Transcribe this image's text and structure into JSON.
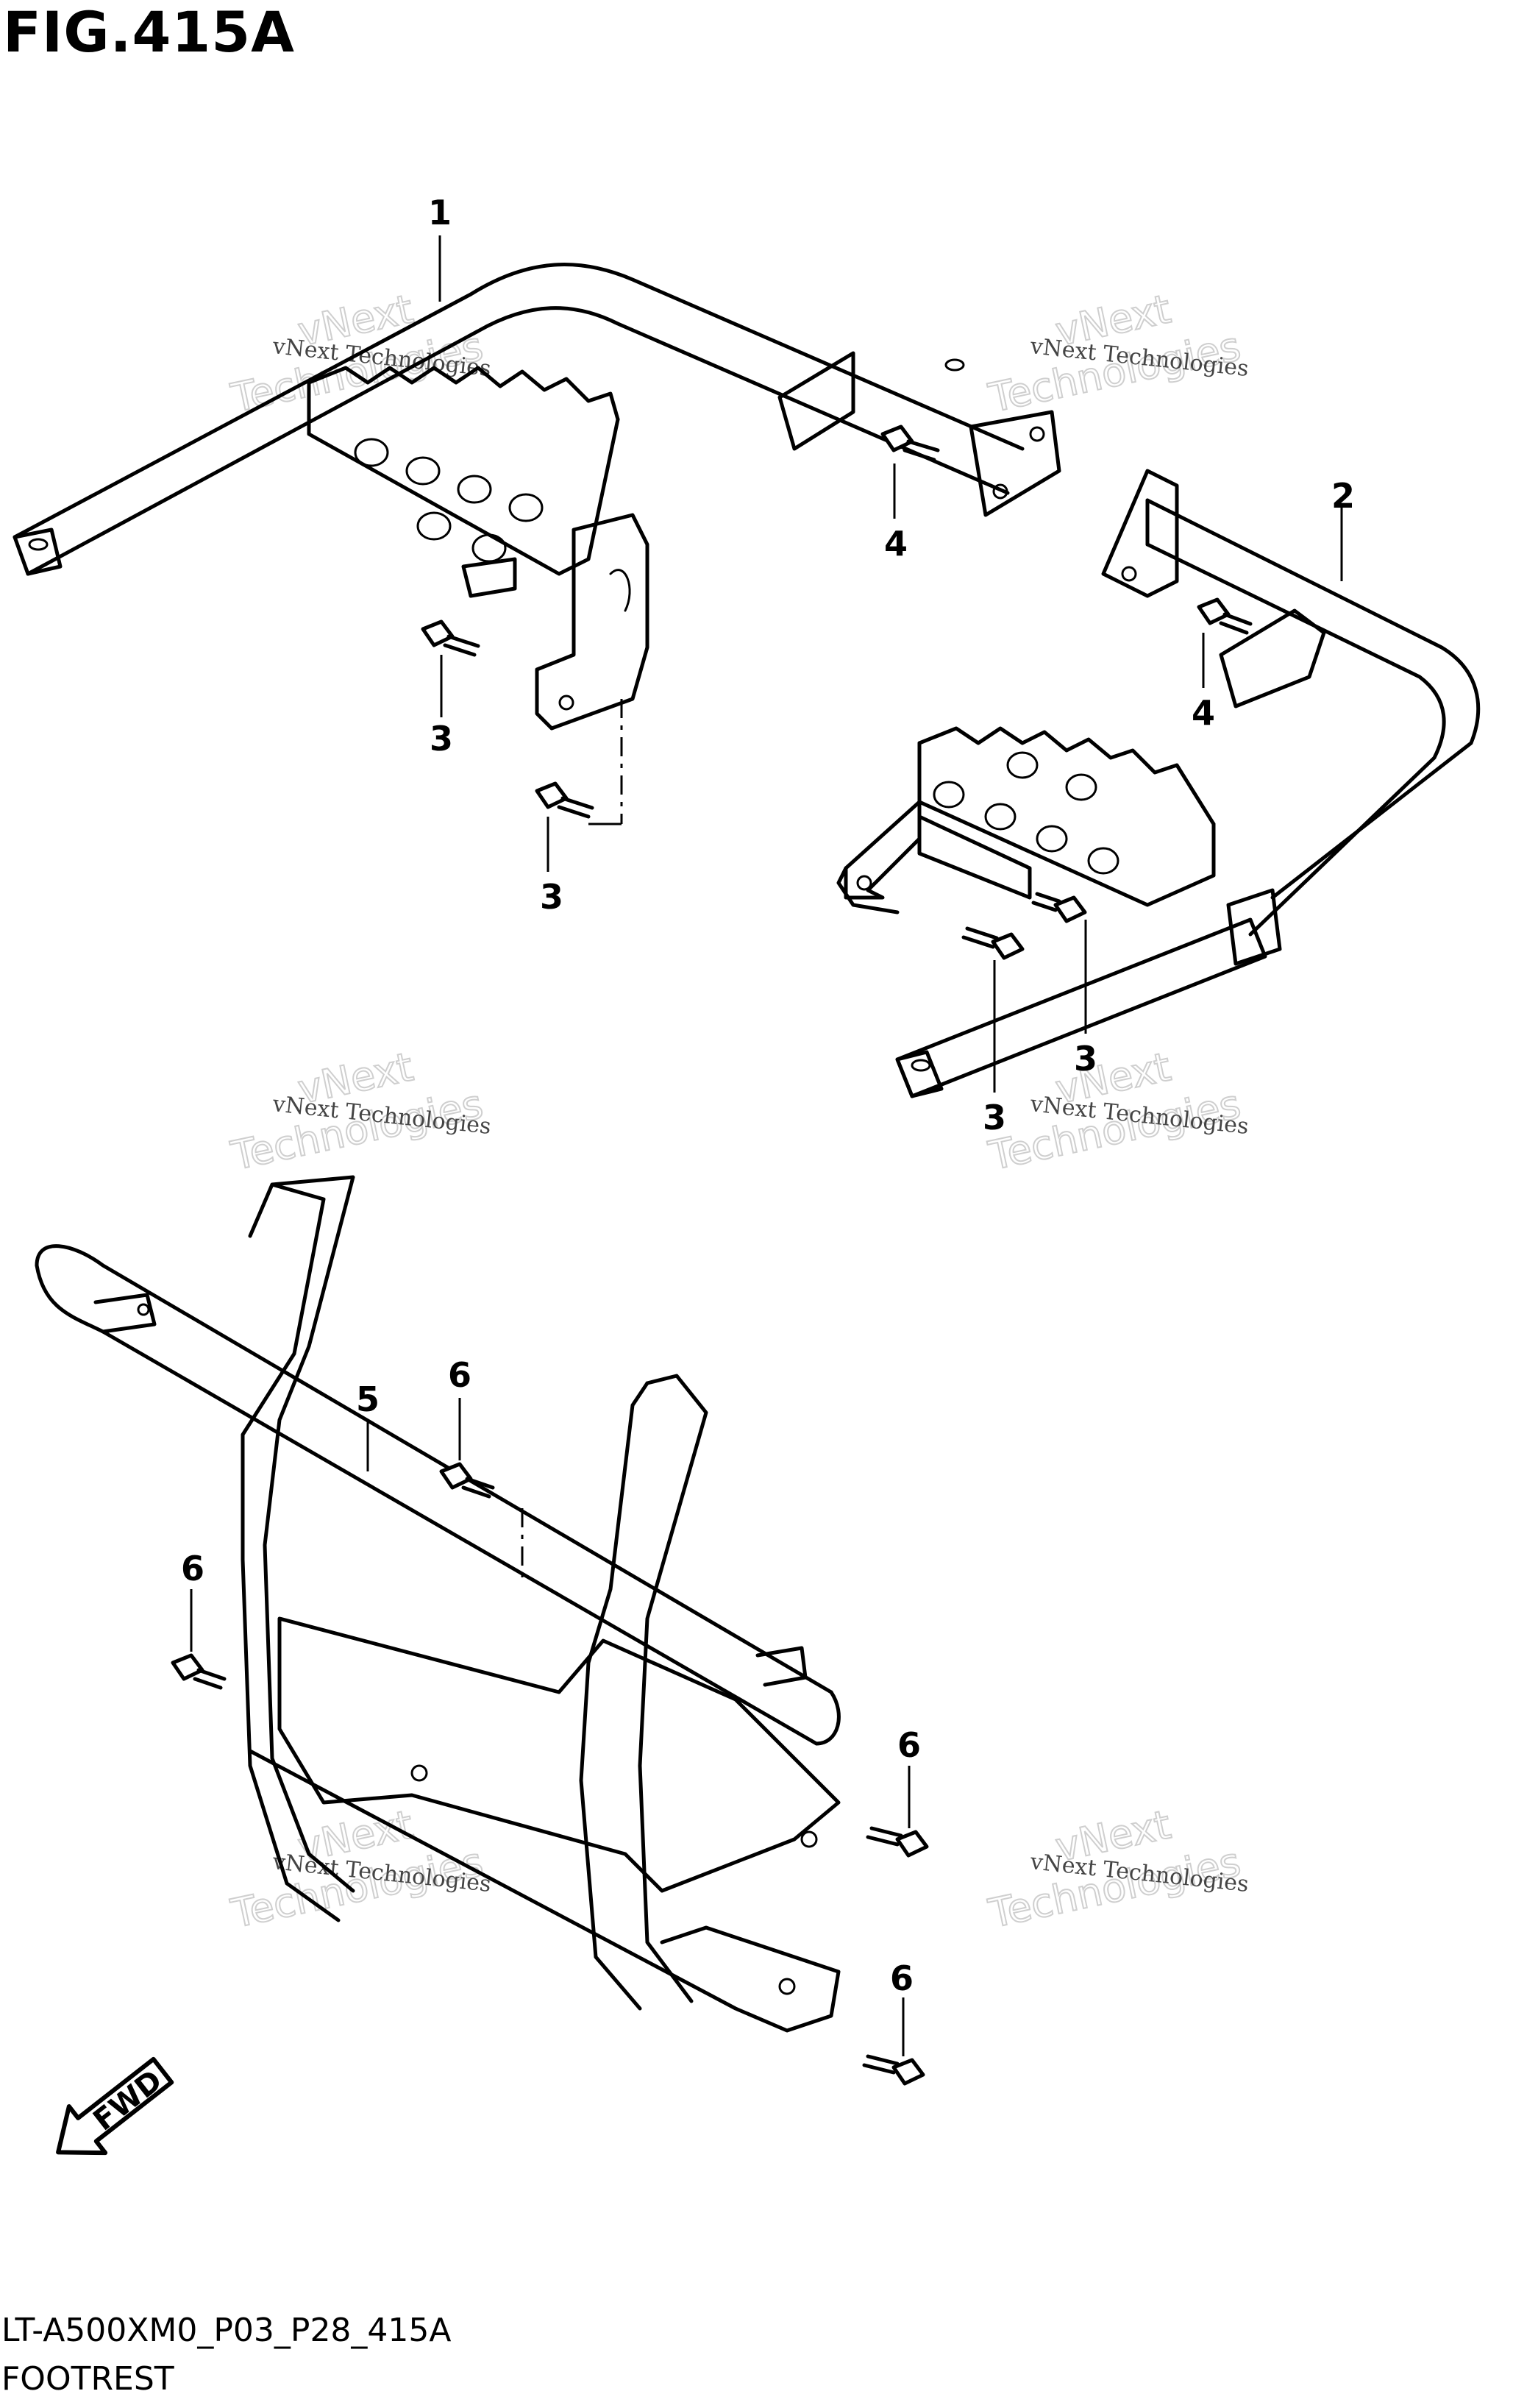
{
  "figure": {
    "title": "FIG.415A",
    "code": "LT-A500XM0_P03_P28_415A",
    "name": "FOOTREST"
  },
  "callouts": [
    "1",
    "2",
    "3",
    "3",
    "3",
    "3",
    "4",
    "4",
    "5",
    "6",
    "6",
    "6",
    "6"
  ],
  "watermark": {
    "line1": "vNext Technologies",
    "line2": "vNext",
    "line3": "Technologies"
  },
  "fwd_label": "FWD",
  "colors": {
    "ink": "#000000",
    "paper": "#ffffff",
    "watermark": "#cfcfcf"
  }
}
